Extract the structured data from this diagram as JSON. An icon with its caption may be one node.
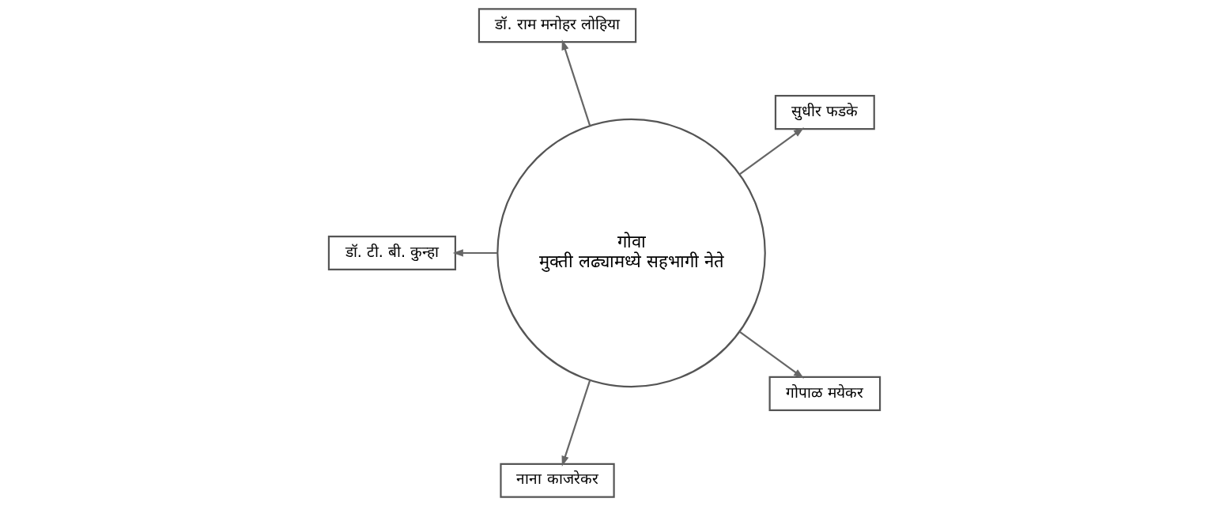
{
  "diagram": {
    "nodes": [
      {
        "text": [
          "गोवा मुक्ती लढ्यामध्ये सहभागी नेते"
        ]
      },
      {
        "text": [
          "सुधीर फडके"
        ]
      },
      {
        "text": [
          "डॉ. राम मनोहर लोहिया"
        ]
      },
      {
        "text": [
          "डॉ. टी. बी. कुन्हा"
        ]
      },
      {
        "text": [
          "नाना काजरेकर"
        ]
      },
      {
        "text": [
          "गोपाळ मयेकर"
        ]
      }
    ],
    "edges": [
      {
        "from": 0,
        "to": 1,
        "arrow": "to"
      },
      {
        "from": 0,
        "to": 2,
        "arrow": "to"
      },
      {
        "from": 0,
        "to": 3,
        "arrow": "to"
      },
      {
        "from": 0,
        "to": 4,
        "arrow": "to"
      },
      {
        "from": 0,
        "to": 5,
        "arrow": "to"
      }
    ]
  }
}
